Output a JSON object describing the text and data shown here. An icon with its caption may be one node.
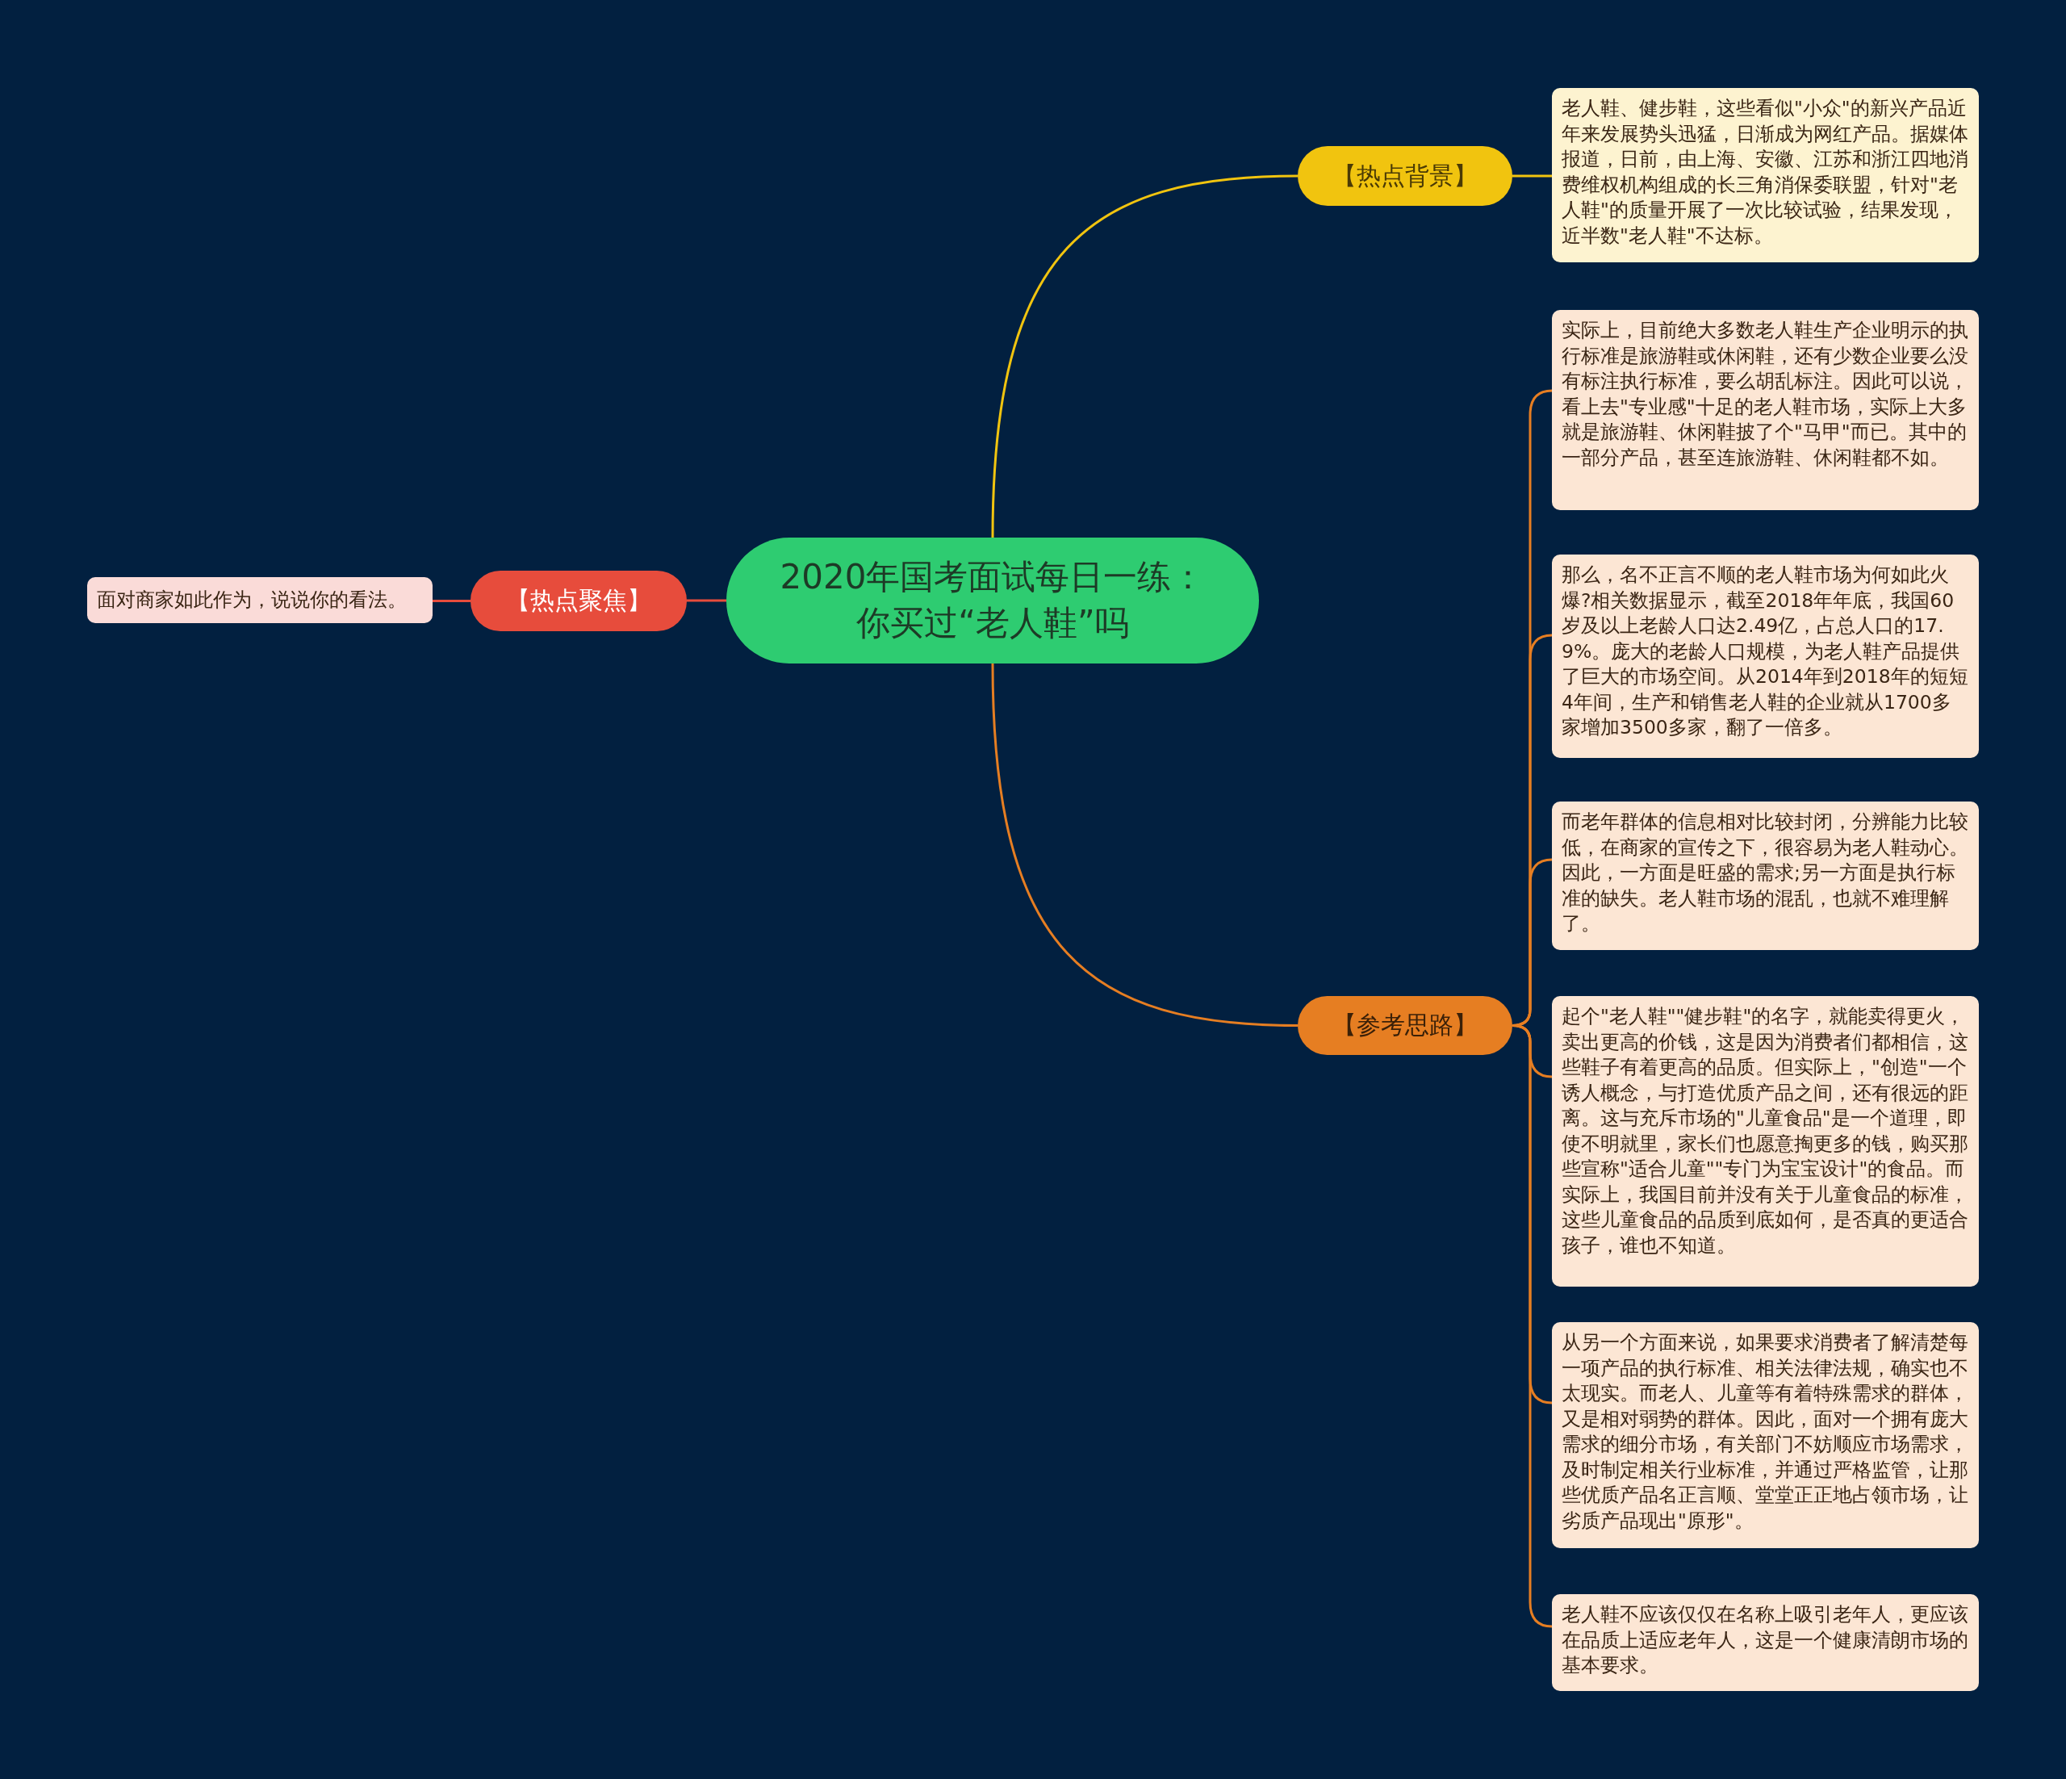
{
  "diagram": {
    "nodes": [
      {
        "text": [
          "2020年国考面试每日一练：你买过“老人鞋”吗"
        ]
      },
      {
        "text": [
          "【热点背景】"
        ]
      },
      {
        "text": [
          "老人鞋、健步鞋，这些看似\"小众\"的新兴产品近年来发展势头迅猛，日渐成为网红产品。据媒体报道，日前，由上海、安徽、江苏和浙江四地消费维权机构组成的长三角消保委联盟，针对\"老人鞋\"的质量开展了一次比较试验，结果发现，近半数\"老人鞋\"不达标。"
        ]
      },
      {
        "text": [
          "【参考思路】"
        ]
      },
      {
        "text": [
          "实际上，目前绝大多数老人鞋生产企业明示的执行标准是旅游鞋或休闲鞋，还有少数企业要么没有标注执行标准，要么胡乱标注。因此可以说，看上去\"专业感\"十足的老人鞋市场，实际上大多就是旅游鞋、休闲鞋披了个\"马甲\"而已。其中的一部分产品，甚至连旅游鞋、休闲鞋都不如。"
        ]
      },
      {
        "text": [
          "那么，名不正言不顺的老人鞋市场为何如此火爆?相关数据显示，截至2018年年底，我国60岁及以上老龄人口达2.49亿，占总人口的17.9%。庞大的老龄人口规模，为老人鞋产品提供了巨大的市场空间。从2014年到2018年的短短4年间，生产和销售老人鞋的企业就从1700多家增加3500多家，翻了一倍多。"
        ]
      },
      {
        "text": [
          "而老年群体的信息相对比较封闭，分辨能力比较低，在商家的宣传之下，很容易为老人鞋动心。因此，一方面是旺盛的需求;另一方面是执行标准的缺失。老人鞋市场的混乱，也就不难理解了。"
        ]
      },
      {
        "text": [
          "起个\"老人鞋\"\"健步鞋\"的名字，就能卖得更火，卖出更高的价钱，这是因为消费者们都相信，这些鞋子有着更高的品质。但实际上，\"创造\"一个诱人概念，与打造优质产品之间，还有很远的距离。这与充斥市场的\"儿童食品\"是一个道理，即使不明就里，家长们也愿意掏更多的钱，购买那些宣称\"适合儿童\"\"专门为宝宝设计\"的食品。而实际上，我国目前并没有关于儿童食品的标准，这些儿童食品的品质到底如何，是否真的更适合孩子，谁也不知道。"
        ]
      },
      {
        "text": [
          "从另一个方面来说，如果要求消费者了解清楚每一项产品的执行标准、相关法律法规，确实也不太现实。而老人、儿童等有着特殊需求的群体，又是相对弱势的群体。因此，面对一个拥有庞大需求的细分市场，有关部门不妨顺应市场需求，及时制定相关行业标准，并通过严格监管，让那些优质产品名正言顺、堂堂正正地占领市场，让劣质产品现出\"原形\"。"
        ]
      },
      {
        "text": [
          "老人鞋不应该仅仅在名称上吸引老年人，更应该在品质上适应老年人，这是一个健康清朗市场的基本要求。"
        ]
      },
      {
        "text": [
          "【热点聚焦】"
        ]
      },
      {
        "text": [
          "面对商家如此作为，说说你的看法。"
        ]
      }
    ],
    "edges": [
      {
        "from": 0,
        "to": 1,
        "arrow": "none",
        "color": "#f1c40f"
      },
      {
        "from": 1,
        "to": 2,
        "arrow": "none",
        "color": "#f1c40f"
      },
      {
        "from": 0,
        "to": 3,
        "arrow": "none"
      },
      {
        "from": 3,
        "to": 4,
        "arrow": "none"
      },
      {
        "from": 3,
        "to": 5,
        "arrow": "none"
      },
      {
        "from": 3,
        "to": 6,
        "arrow": "none"
      },
      {
        "from": 3,
        "to": 7,
        "arrow": "none"
      },
      {
        "from": 3,
        "to": 8,
        "arrow": "none"
      },
      {
        "from": 3,
        "to": 9,
        "arrow": "none"
      },
      {
        "from": 0,
        "to": 10,
        "arrow": "none",
        "color": "#e74c3c"
      },
      {
        "from": 10,
        "to": 11,
        "arrow": "none",
        "color": "#e74c3c"
      }
    ]
  }
}
